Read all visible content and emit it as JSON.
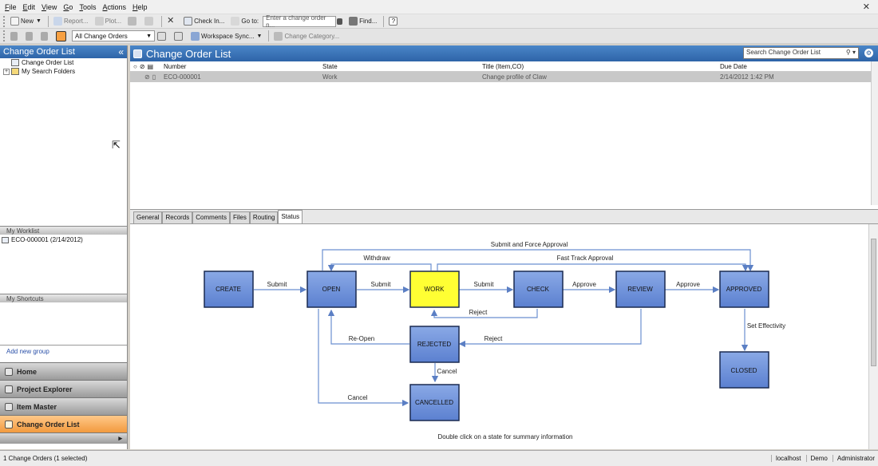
{
  "menu": [
    "File",
    "Edit",
    "View",
    "Go",
    "Tools",
    "Actions",
    "Help"
  ],
  "toolbar1": {
    "new_label": "New",
    "report_label": "Report...",
    "plot_label": "Plot...",
    "checkin_label": "Check In...",
    "goto_label": "Go to:",
    "goto_placeholder": "Enter a change order n...",
    "find_label": "Find...",
    "help_label": "?"
  },
  "toolbar2": {
    "view_select": "All Change Orders",
    "workspace_sync": "Workspace Sync...",
    "change_category": "Change Category..."
  },
  "left": {
    "title": "Change Order List",
    "collapse": "«",
    "tree": [
      "Change Order List",
      "My Search Folders"
    ],
    "worklist_title": "My Worklist",
    "worklist_items": [
      "ECO-000001 (2/14/2012)"
    ],
    "shortcuts_title": "My Shortcuts",
    "add_group": "Add new group",
    "nav": [
      "Home",
      "Project Explorer",
      "Item Master",
      "Change Order List"
    ]
  },
  "main": {
    "title": "Change Order List",
    "search_placeholder": "Search Change Order List",
    "columns": [
      "Number",
      "State",
      "Title (Item,CO)",
      "Due Date"
    ],
    "rows": [
      {
        "number": "ECO-000001",
        "state": "Work",
        "title": "Change profile of Claw",
        "due": "2/14/2012 1:42 PM"
      }
    ],
    "tabs": [
      "General",
      "Records",
      "Comments",
      "Files",
      "Routing",
      "Status"
    ],
    "active_tab": "Status"
  },
  "workflow": {
    "states": {
      "create": "CREATE",
      "open": "OPEN",
      "work": "WORK",
      "check": "CHECK",
      "review": "REVIEW",
      "approved": "APPROVED",
      "rejected": "REJECTED",
      "cancelled": "CANCELLED",
      "closed": "CLOSED"
    },
    "transitions": {
      "submit1": "Submit",
      "submit2": "Submit",
      "submit3": "Submit",
      "approve1": "Approve",
      "approve2": "Approve",
      "withdraw": "Withdraw",
      "submit_force": "Submit and Force Approval",
      "fast_track": "Fast Track Approval",
      "reject1": "Reject",
      "reject2": "Reject",
      "reopen": "Re-Open",
      "cancel1": "Cancel",
      "cancel2": "Cancel",
      "set_effectivity": "Set Effectivity"
    },
    "hint": "Double click on a state for summary information",
    "current_state_color": "#ffff33",
    "state_color": "#6b8fd8"
  },
  "status": {
    "left": "1 Change Orders (1 selected)",
    "server": "localhost",
    "db": "Demo",
    "user": "Administrator"
  }
}
